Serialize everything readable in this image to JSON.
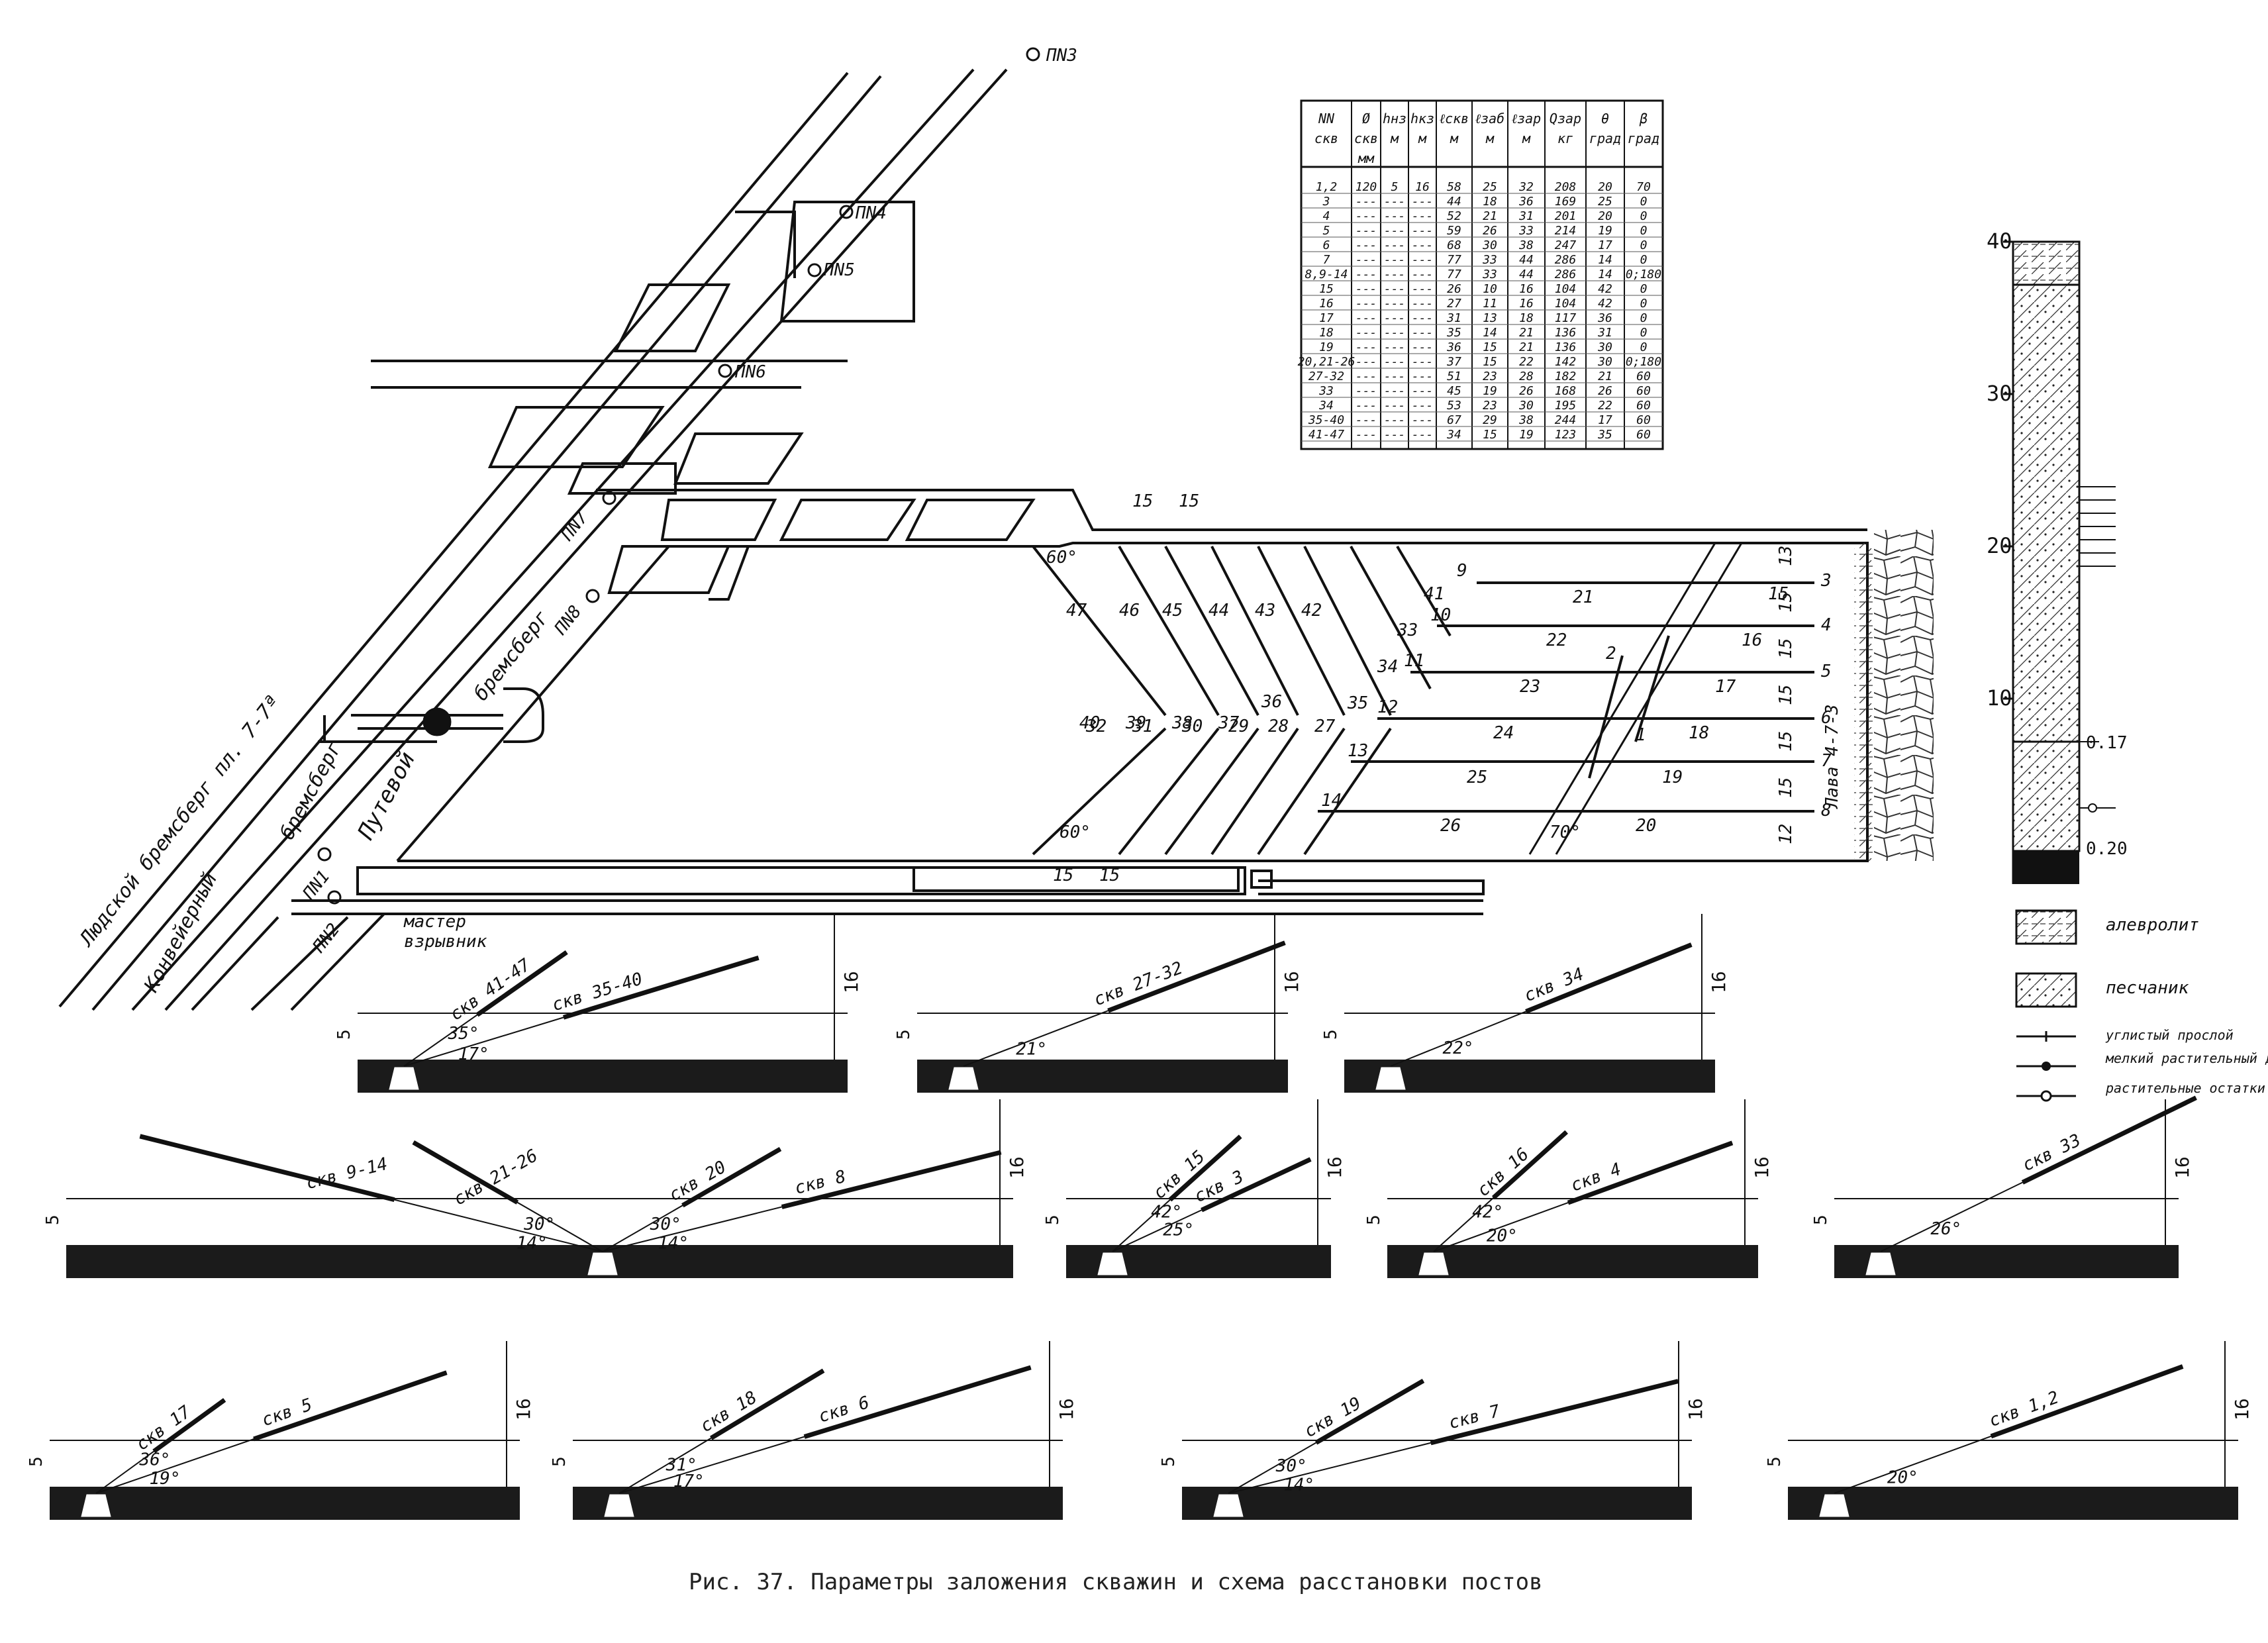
{
  "caption": "Рис. 37. Параметры заложения скважин и схема расстановки постов",
  "plan": {
    "posts": [
      "ПN3",
      "ПN4",
      "ПN5",
      "ПN6",
      "ПN7",
      "ПN8",
      "ПN1",
      "ПN2"
    ],
    "roads": [
      "Людской бремсберг пл. 7-7ª",
      "Конвейерный",
      "бремсберг",
      "Путевой",
      "бремсберг"
    ],
    "master": [
      "мастер",
      "взрывник"
    ],
    "lava": "Лава 4-7-3",
    "angles": [
      "60°",
      "60°",
      "70°"
    ],
    "spacing": [
      "15",
      "15",
      "15",
      "15"
    ],
    "upper_holes": [
      "47",
      "46",
      "45",
      "44",
      "43",
      "42",
      "41",
      "33",
      "34",
      "35"
    ],
    "lower_holes": [
      "32",
      "31",
      "30",
      "29",
      "28",
      "27",
      "36"
    ],
    "mid_holes": [
      "40",
      "39",
      "38",
      "37"
    ],
    "horizontal_holes": [
      "9",
      "10",
      "11",
      "12",
      "13",
      "14"
    ],
    "horizontal_holes_b": [
      "21",
      "22",
      "23",
      "24",
      "25",
      "26"
    ],
    "right_holes": [
      "15",
      "16",
      "17",
      "18",
      "19",
      "20"
    ],
    "row_ends": [
      "3",
      "4",
      "5",
      "6",
      "7",
      "8"
    ],
    "diag_holes": [
      "2",
      "1"
    ],
    "right_spacing": [
      "13",
      "15",
      "15",
      "15",
      "15",
      "15",
      "12"
    ]
  },
  "table": {
    "headers": [
      "NN скв",
      "Ø скв, мм",
      "hнз, м",
      "hкз, м",
      "ℓскв, м",
      "ℓзаб, м",
      "ℓзар, м",
      "Qзар, кг",
      "θ, град",
      "β, град"
    ],
    "rows": [
      [
        "1,2",
        "120",
        "5",
        "16",
        "58",
        "25",
        "32",
        "208",
        "20",
        "70"
      ],
      [
        "3",
        "---",
        "---",
        "---",
        "44",
        "18",
        "36",
        "169",
        "25",
        "0"
      ],
      [
        "4",
        "---",
        "---",
        "---",
        "52",
        "21",
        "31",
        "201",
        "20",
        "0"
      ],
      [
        "5",
        "---",
        "---",
        "---",
        "59",
        "26",
        "33",
        "214",
        "19",
        "0"
      ],
      [
        "6",
        "---",
        "---",
        "---",
        "68",
        "30",
        "38",
        "247",
        "17",
        "0"
      ],
      [
        "7",
        "---",
        "---",
        "---",
        "77",
        "33",
        "44",
        "286",
        "14",
        "0"
      ],
      [
        "8,9-14",
        "---",
        "---",
        "---",
        "77",
        "33",
        "44",
        "286",
        "14",
        "0;180"
      ],
      [
        "15",
        "---",
        "---",
        "---",
        "26",
        "10",
        "16",
        "104",
        "42",
        "0"
      ],
      [
        "16",
        "---",
        "---",
        "---",
        "27",
        "11",
        "16",
        "104",
        "42",
        "0"
      ],
      [
        "17",
        "---",
        "---",
        "---",
        "31",
        "13",
        "18",
        "117",
        "36",
        "0"
      ],
      [
        "18",
        "---",
        "---",
        "---",
        "35",
        "14",
        "21",
        "136",
        "31",
        "0"
      ],
      [
        "19",
        "---",
        "---",
        "---",
        "36",
        "15",
        "21",
        "136",
        "30",
        "0"
      ],
      [
        "20,21-26",
        "---",
        "---",
        "---",
        "37",
        "15",
        "22",
        "142",
        "30",
        "0;180"
      ],
      [
        "27-32",
        "---",
        "---",
        "---",
        "51",
        "23",
        "28",
        "182",
        "21",
        "60"
      ],
      [
        "33",
        "---",
        "---",
        "---",
        "45",
        "19",
        "26",
        "168",
        "26",
        "60"
      ],
      [
        "34",
        "---",
        "---",
        "---",
        "53",
        "23",
        "30",
        "195",
        "22",
        "60"
      ],
      [
        "35-40",
        "---",
        "---",
        "---",
        "67",
        "29",
        "38",
        "244",
        "17",
        "60"
      ],
      [
        "41-47",
        "---",
        "---",
        "---",
        "34",
        "15",
        "19",
        "123",
        "35",
        "60"
      ]
    ]
  },
  "column": {
    "ticks": [
      "40",
      "30",
      "20",
      "10"
    ],
    "marks": [
      "0.17",
      "0.20"
    ]
  },
  "legend": [
    {
      "label": "алевролит"
    },
    {
      "label": "песчаник"
    },
    {
      "label": "углистый прослой"
    },
    {
      "label": "мелкий растительный детрит"
    },
    {
      "label": "растительные остатки"
    }
  ],
  "sections": [
    {
      "holes": [
        "скв 41-47",
        "скв 35-40"
      ],
      "angles": [
        "35°",
        "17°"
      ],
      "dims": [
        "5",
        "16"
      ]
    },
    {
      "holes": [
        "скв 27-32"
      ],
      "angles": [
        "21°"
      ],
      "dims": [
        "5",
        "16"
      ]
    },
    {
      "holes": [
        "скв 34"
      ],
      "angles": [
        "22°"
      ],
      "dims": [
        "5",
        "16"
      ]
    },
    {
      "holes": [
        "скв 9-14",
        "скв 21-26",
        "скв 20",
        "скв 8"
      ],
      "angles": [
        "14°",
        "30°",
        "30°",
        "14°"
      ],
      "dims": [
        "5",
        "16",
        "5"
      ]
    },
    {
      "holes": [
        "скв 15",
        "скв 3"
      ],
      "angles": [
        "42°",
        "25°"
      ],
      "dims": [
        "5",
        "16"
      ]
    },
    {
      "holes": [
        "скв 16",
        "скв 4"
      ],
      "angles": [
        "42°",
        "20°"
      ],
      "dims": [
        "5",
        "16"
      ]
    },
    {
      "holes": [
        "скв 33"
      ],
      "angles": [
        "26°"
      ],
      "dims": [
        "5",
        "16"
      ]
    },
    {
      "holes": [
        "скв 17",
        "скв 5"
      ],
      "angles": [
        "36°",
        "19°"
      ],
      "dims": [
        "5",
        "16"
      ]
    },
    {
      "holes": [
        "скв 18",
        "скв 6"
      ],
      "angles": [
        "31°",
        "17°"
      ],
      "dims": [
        "5",
        "16"
      ]
    },
    {
      "holes": [
        "скв 19",
        "скв 7"
      ],
      "angles": [
        "30°",
        "14°"
      ],
      "dims": [
        "5",
        "16"
      ]
    },
    {
      "holes": [
        "скв 1,2"
      ],
      "angles": [
        "20°"
      ],
      "dims": [
        "5",
        "16"
      ]
    }
  ]
}
